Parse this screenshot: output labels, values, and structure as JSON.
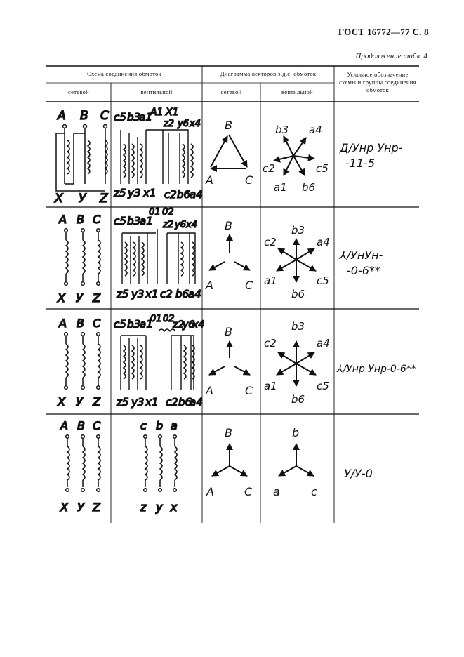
{
  "page_header": "ГОСТ 16772—77 С. 8",
  "continuation": "Продолжение табл. 4",
  "table": {
    "col_group_1": "Схема соединения обмоток",
    "col_group_2": "Диаграмма векторов э.д.с. обмоток",
    "col_3": "Условное обозначение схемы и группы соединения обмоток",
    "sub_network": "сетевой",
    "sub_valve": "вентильной",
    "rows": [
      {
        "net_top": [
          "A",
          "B",
          "C"
        ],
        "net_bottom": [
          "X",
          "У",
          "Z"
        ],
        "valve_top_1": "c5",
        "valve_top_2": "b3",
        "valve_top_3": "a1",
        "valve_top_4": "A1",
        "valve_top_5": "X1",
        "valve_top_6": "z2",
        "valve_top_7": "y6",
        "valve_top_8": "x4",
        "valve_bot_1": "z5",
        "valve_bot_2": "y3",
        "valve_bot_3": "x1",
        "valve_bot_4": "c2",
        "valve_bot_5": "b6",
        "valve_bot_6": "a4",
        "vec_net": [
          "B",
          "A",
          "C"
        ],
        "vec_valve": [
          "b3",
          "a4",
          "c2",
          "c5",
          "a1",
          "b6"
        ],
        "designation_1": "Д/Унр Унр-",
        "designation_2": "-11-5"
      },
      {
        "net_top": [
          "A",
          "B",
          "C"
        ],
        "net_bottom": [
          "X",
          "У",
          "Z"
        ],
        "valve_top_1": "c5",
        "valve_top_2": "b3",
        "valve_top_3": "a1",
        "valve_top_4": "01",
        "valve_top_5": "02",
        "valve_top_6": "z2",
        "valve_top_7": "y6",
        "valve_top_8": "x4",
        "valve_bot_1": "z5",
        "valve_bot_2": "y3",
        "valve_bot_3": "x1",
        "valve_bot_4": "c2",
        "valve_bot_5": "b6",
        "valve_bot_6": "a4",
        "vec_net": [
          "B",
          "A",
          "C"
        ],
        "vec_valve": [
          "b3",
          "c2",
          "a4",
          "a1",
          "c5",
          "b6"
        ],
        "designation_1": "⅄/УнУн-",
        "designation_2": "-0-6**"
      },
      {
        "net_top": [
          "A",
          "B",
          "C"
        ],
        "net_bottom": [
          "X",
          "У",
          "Z"
        ],
        "valve_top_1": "c5",
        "valve_top_2": "b3",
        "valve_top_3": "a1",
        "valve_top_4": "01",
        "valve_top_5": "02",
        "valve_top_6": "z2",
        "valve_top_7": "y6",
        "valve_top_8": "x4",
        "valve_bot_1": "z5",
        "valve_bot_2": "y3",
        "valve_bot_3": "x1",
        "valve_bot_4": "c2",
        "valve_bot_5": "b6",
        "valve_bot_6": "a4",
        "vec_net": [
          "B",
          "A",
          "C"
        ],
        "vec_valve": [
          "b3",
          "c2",
          "a4",
          "a1",
          "c5",
          "b6"
        ],
        "designation_1": "⅄/Унр Унр-0-6**",
        "designation_2": ""
      },
      {
        "net_top": [
          "A",
          "B",
          "C"
        ],
        "net_bottom": [
          "X",
          "У",
          "Z"
        ],
        "valve_simple_top": [
          "c",
          "b",
          "a"
        ],
        "valve_simple_bottom": [
          "z",
          "y",
          "x"
        ],
        "vec_net": [
          "B",
          "A",
          "C"
        ],
        "vec_valve": [
          "b",
          "a",
          "c"
        ],
        "designation_1": "У/У-0",
        "designation_2": ""
      }
    ]
  },
  "colors": {
    "ink": "#111111",
    "paper": "#ffffff"
  }
}
